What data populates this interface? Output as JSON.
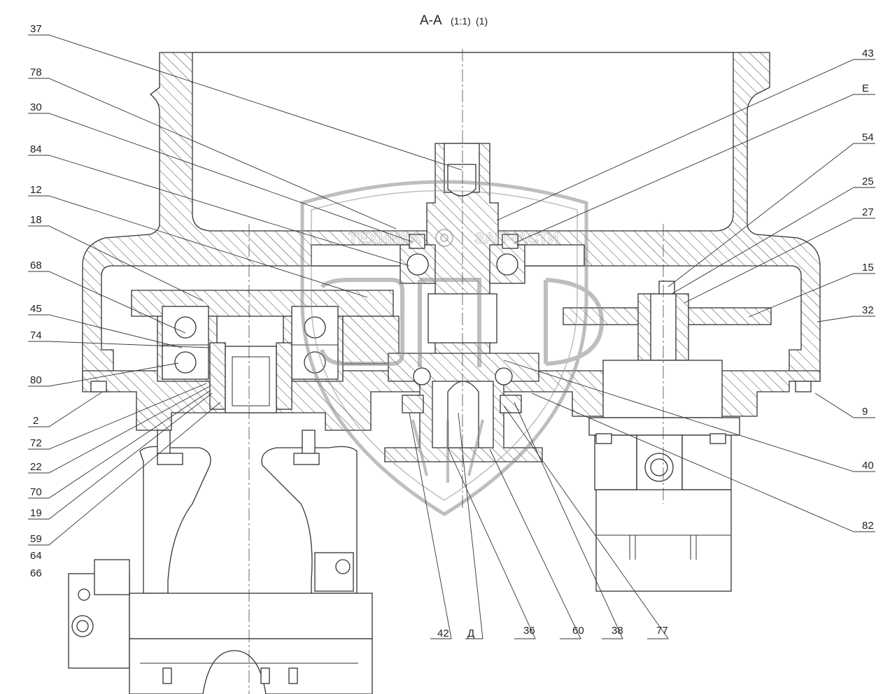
{
  "section": {
    "title": "А-А",
    "scale": "(1:1)",
    "sheet": "(1)"
  },
  "watermark": {
    "company_left": "ТЕХНИКА",
    "company_right": "ЗАПЧАСТИ",
    "emblem": "gear-shield-emblem"
  },
  "callouts_left": [
    "37",
    "78",
    "30",
    "84",
    "12",
    "18",
    "68",
    "45",
    "74",
    "80",
    "2",
    "72",
    "22",
    "70",
    "19",
    "59",
    "64",
    "66"
  ],
  "callouts_right": [
    "43",
    "Е",
    "54",
    "25",
    "27",
    "15",
    "32",
    "9",
    "40",
    "82"
  ],
  "callouts_bottom": [
    "42",
    "Д",
    "36",
    "60",
    "38",
    "77"
  ]
}
